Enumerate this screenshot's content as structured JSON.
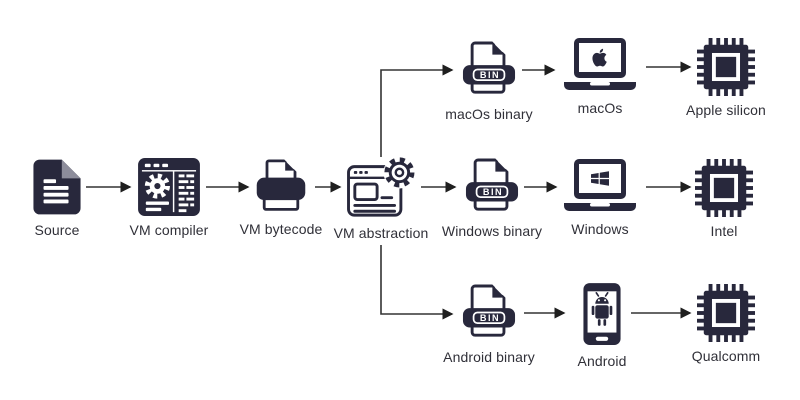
{
  "diagram": {
    "nodes": {
      "source": {
        "label": "Source"
      },
      "vm_compiler": {
        "label": "VM compiler"
      },
      "vm_bytecode": {
        "label": "VM bytecode"
      },
      "vm_abstraction": {
        "label": "VM abstraction"
      },
      "macos_binary": {
        "label": "macOs binary",
        "badge": "BIN"
      },
      "macos": {
        "label": "macOs"
      },
      "apple_silicon": {
        "label": "Apple silicon"
      },
      "windows_binary": {
        "label": "Windows binary",
        "badge": "BIN"
      },
      "windows": {
        "label": "Windows"
      },
      "intel": {
        "label": "Intel"
      },
      "android_binary": {
        "label": "Android binary",
        "badge": "BIN"
      },
      "android": {
        "label": "Android"
      },
      "qualcomm": {
        "label": "Qualcomm"
      }
    },
    "edges": [
      [
        "Source",
        "VM compiler"
      ],
      [
        "VM compiler",
        "VM bytecode"
      ],
      [
        "VM bytecode",
        "VM abstraction"
      ],
      [
        "VM abstraction",
        "macOs binary"
      ],
      [
        "macOs binary",
        "macOs"
      ],
      [
        "macOs",
        "Apple silicon"
      ],
      [
        "VM abstraction",
        "Windows binary"
      ],
      [
        "Windows binary",
        "Windows"
      ],
      [
        "Windows",
        "Intel"
      ],
      [
        "VM abstraction",
        "Android binary"
      ],
      [
        "Android binary",
        "Android"
      ],
      [
        "Android",
        "Qualcomm"
      ]
    ],
    "colors": {
      "icon_dark": "#28283c",
      "fold_gray": "#8d8d9b",
      "text": "#303038",
      "arrow": "#333333",
      "background": "#ffffff"
    }
  }
}
